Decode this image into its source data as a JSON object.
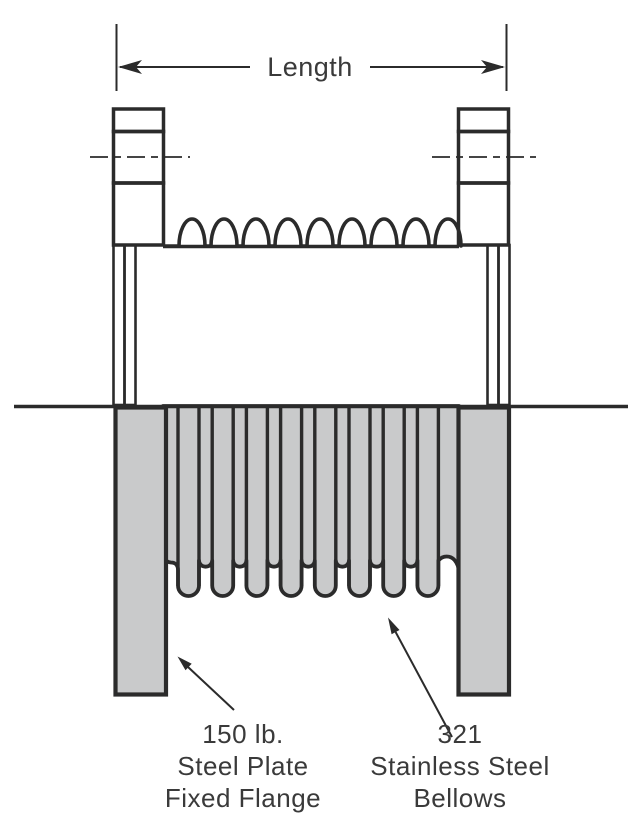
{
  "dimension": {
    "label": "Length"
  },
  "callouts": {
    "flange": {
      "lines": [
        "150 lb.",
        "Steel Plate",
        "Fixed Flange"
      ]
    },
    "bellows": {
      "lines": [
        "321",
        "Stainless Steel",
        "Bellows"
      ]
    }
  },
  "colors": {
    "ink": "#2b2b2b",
    "fill_gray": "#c9cacb",
    "text": "#3a3a3a",
    "background": "#ffffff"
  }
}
